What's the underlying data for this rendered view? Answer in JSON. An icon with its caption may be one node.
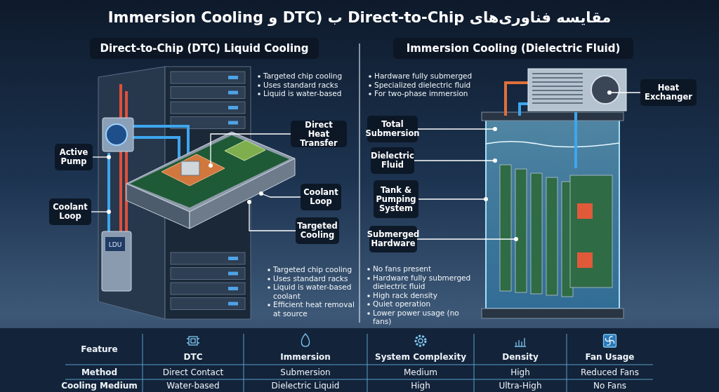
{
  "diagram": {
    "nodes": [
      {
        "text": [
          "Direct-to-Chip (DTC) Liquid Cooling"
        ]
      },
      {
        "text": [
          "Immersion Cooling (Dielectric Fluid)"
        ]
      },
      {
        "text": [
          "Active Pump"
        ]
      },
      {
        "text": [
          "Coolant Loop"
        ]
      },
      {
        "text": [
          "Direct Heat Transfer"
        ]
      },
      {
        "text": [
          "Coolant Loop"
        ]
      },
      {
        "text": [
          "Targeted Cooling"
        ]
      },
      {
        "text": [
          "Heat Exchanger"
        ]
      },
      {
        "text": [
          "Total Submersion"
        ]
      },
      {
        "text": [
          "Dielectric Fluid"
        ]
      },
      {
        "text": [
          "Tank & Pumping System"
        ]
      },
      {
        "text": [
          "Submerged Hardware"
        ]
      }
    ],
    "edges": [
      {
        "from": 2,
        "to": null,
        "arrow": "other"
      },
      {
        "from": 3,
        "to": null,
        "arrow": "other"
      },
      {
        "from": 4,
        "to": null,
        "arrow": "other"
      },
      {
        "from": 5,
        "to": null,
        "arrow": "other"
      },
      {
        "from": 6,
        "to": null,
        "arrow": "other"
      },
      {
        "from": 7,
        "to": null,
        "arrow": "other"
      },
      {
        "from": 8,
        "to": null,
        "arrow": "other"
      },
      {
        "from": 9,
        "to": null,
        "arrow": "other"
      },
      {
        "from": 10,
        "to": null,
        "arrow": "other"
      },
      {
        "from": 11,
        "to": null,
        "arrow": "other"
      }
    ],
    "labels": [
      "مقایسه فناوری‌های Direct-to-Chip ب (DTC و Immersion Cooling",
      "Targeted chip cooling",
      "Uses standard racks",
      "Liquid is water-based",
      "Targeted chip cooling",
      "Uses standard racks",
      "Liquid is water-based coolant",
      "Efficient heat removal at source",
      "Hardware fully submerged",
      "Specialized dielectric fluid",
      "For two-phase immersion",
      "No fans present",
      "Hardware fully submerged dielectric fluid",
      "High rack density",
      "Quiet operation",
      "Lower power usage (no fans)",
      "LDU",
      "Feature",
      "DTC",
      "Immersion",
      "System Complexity",
      "Density",
      "Fan Usage",
      "Method",
      "Direct Contact",
      "Submersion",
      "Medium",
      "High",
      "Reduced Fans",
      "Cooling Medium",
      "Water-based",
      "Dielectric Liquid",
      "High",
      "Ultra-High",
      "No Fans"
    ]
  }
}
